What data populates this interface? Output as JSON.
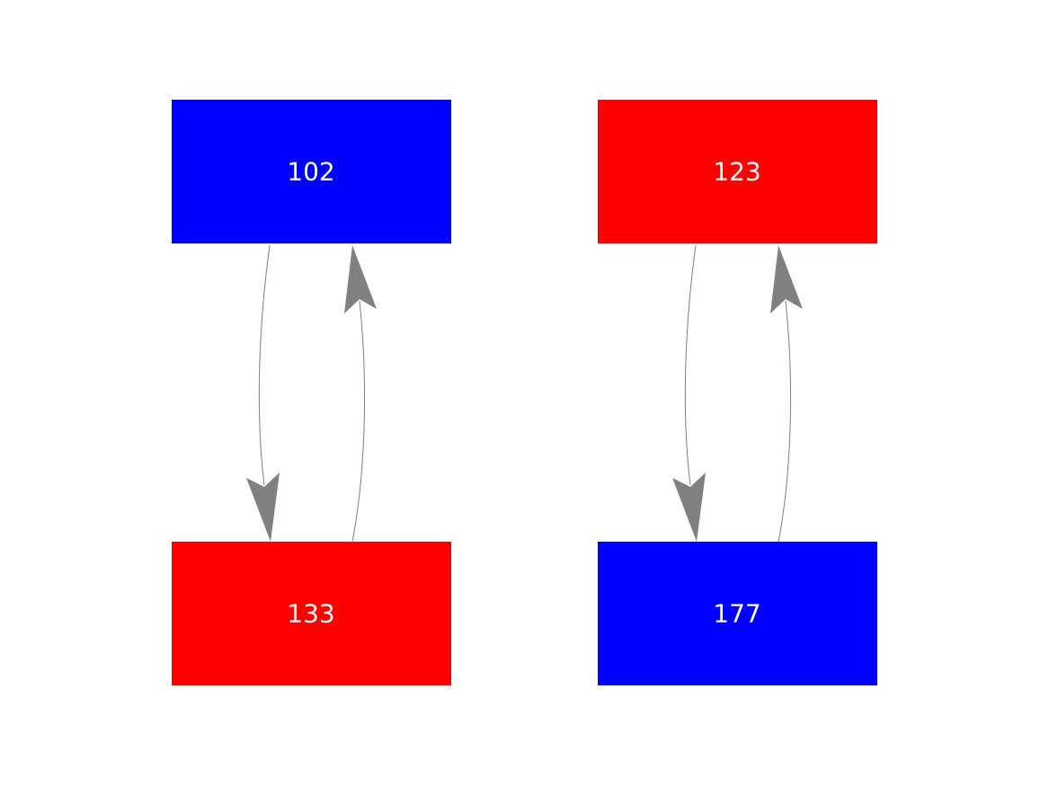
{
  "colors": {
    "blue": "#0000ff",
    "red": "#ff0000",
    "edge": "#808080",
    "label": "#ffffff"
  },
  "nodes": [
    {
      "id": "n102",
      "label": "102",
      "color": "#0000ff"
    },
    {
      "id": "n123",
      "label": "123",
      "color": "#ff0000"
    },
    {
      "id": "n133",
      "label": "133",
      "color": "#ff0000"
    },
    {
      "id": "n177",
      "label": "177",
      "color": "#0000ff"
    }
  ],
  "edges": [
    {
      "from": "102",
      "to": "133"
    },
    {
      "from": "133",
      "to": "102"
    },
    {
      "from": "123",
      "to": "177"
    },
    {
      "from": "177",
      "to": "123"
    }
  ]
}
